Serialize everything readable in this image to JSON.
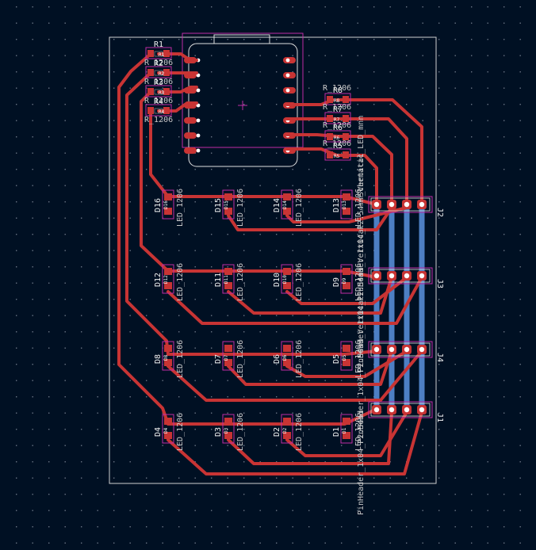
{
  "board": {
    "background": "#001023",
    "edge_color": "#d0d0d0",
    "copper_top": "#c83434",
    "copper_bottom": "#4d7fc4",
    "courtyard": "#c02ca6",
    "silk": "#f0f0f0",
    "fab": "#a0a0a0"
  },
  "connectors": [
    {
      "ref": "J2",
      "pins": [
        "1",
        "2",
        "3",
        "4"
      ]
    },
    {
      "ref": "J3",
      "pins": [
        "1",
        "2",
        "3",
        "4"
      ]
    },
    {
      "ref": "J4",
      "pins": [
        "1",
        "2",
        "3",
        "4"
      ]
    },
    {
      "ref": "J1",
      "pins": [
        "1",
        "2",
        "3",
        "4"
      ]
    }
  ],
  "resistors_left": [
    {
      "ref": "R1",
      "pad": "R1",
      "value": "R_1206"
    },
    {
      "ref": "R2",
      "pad": "R2",
      "value": "R_1206"
    },
    {
      "ref": "R3",
      "pad": "R3",
      "value": "R_1206"
    },
    {
      "ref": "R4",
      "pad": "R4",
      "value": "R_1206"
    }
  ],
  "resistors_right": [
    {
      "ref": "R8",
      "pad": "R8",
      "value": "R_1206"
    },
    {
      "ref": "R7",
      "pad": "R7",
      "value": "R_1206"
    },
    {
      "ref": "R6",
      "pad": "R6",
      "value": "R_1206"
    },
    {
      "ref": "R5",
      "pad": "R5",
      "value": "R_1206"
    }
  ],
  "led_rows": [
    {
      "refs": [
        "D16",
        "D15",
        "D14",
        "D13"
      ],
      "value": "LED_1206"
    },
    {
      "refs": [
        "D12",
        "D11",
        "D10",
        "D9"
      ],
      "value": "LED_1206"
    },
    {
      "refs": [
        "D8",
        "D7",
        "D6",
        "D5"
      ],
      "value": "LED_1206"
    },
    {
      "refs": [
        "D4",
        "D3",
        "D2",
        "D1"
      ],
      "value": "LED_1206"
    }
  ],
  "footprint_labels": [
    "Schematic_LED_mnn",
    "PinHeader_1x04_P2.54mm",
    "PinHeader_1x04_P2.54mm_Vertical",
    "PinHeader_1x04_P2.54mm_Vertical",
    "PinHeader_1x04_P2.54mm_Vertical"
  ]
}
